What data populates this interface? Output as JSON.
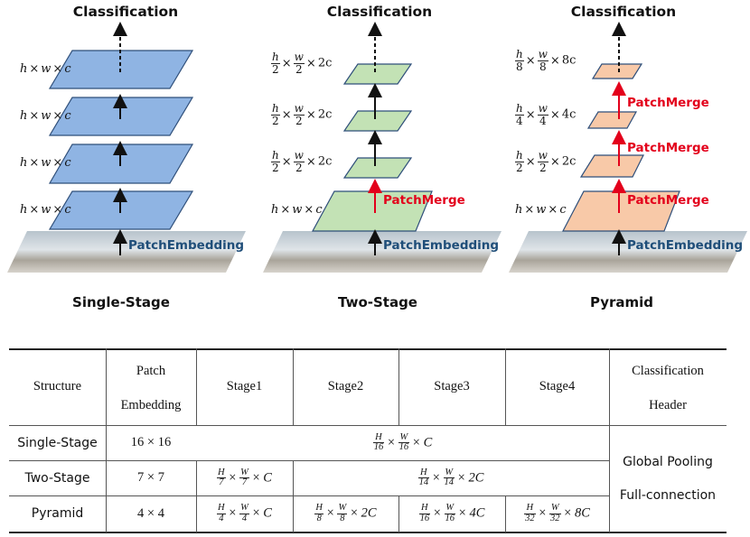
{
  "colors": {
    "blue": "#8fb4e3",
    "green": "#c3e2b5",
    "orange": "#f8c9a8",
    "merge_red": "#e3001b",
    "embed_blue": "#1f4e79"
  },
  "panels": [
    {
      "title": "Classification",
      "label": "Single-Stage",
      "dims": [
        [
          "h",
          "w",
          "c"
        ],
        [
          "h",
          "w",
          "c"
        ],
        [
          "h",
          "w",
          "c"
        ],
        [
          "h",
          "w",
          "c"
        ]
      ],
      "embed": "PatchEmbedding"
    },
    {
      "title": "Classification",
      "label": "Two-Stage",
      "frac_dims": [
        {
          "n1": "h",
          "d1": "2",
          "n2": "w",
          "d2": "2",
          "c": "2c"
        },
        {
          "n1": "h",
          "d1": "2",
          "n2": "w",
          "d2": "2",
          "c": "2c"
        },
        {
          "n1": "h",
          "d1": "2",
          "n2": "w",
          "d2": "2",
          "c": "2c"
        }
      ],
      "base_dim": [
        "h",
        "w",
        "c"
      ],
      "merge": "PatchMerge",
      "embed": "PatchEmbedding"
    },
    {
      "title": "Classification",
      "label": "Pyramid",
      "frac_dims": [
        {
          "n1": "h",
          "d1": "8",
          "n2": "w",
          "d2": "8",
          "c": "8c"
        },
        {
          "n1": "h",
          "d1": "4",
          "n2": "w",
          "d2": "4",
          "c": "4c"
        },
        {
          "n1": "h",
          "d1": "2",
          "n2": "w",
          "d2": "2",
          "c": "2c"
        }
      ],
      "base_dim": [
        "h",
        "w",
        "c"
      ],
      "merges": [
        "PatchMerge",
        "PatchMerge",
        "PatchMerge"
      ],
      "embed": "PatchEmbedding"
    }
  ],
  "table": {
    "headers": [
      "Structure",
      "Patch",
      "Embedding",
      "Stage1",
      "Stage2",
      "Stage3",
      "Stage4",
      "Classification",
      "Header"
    ],
    "rows": [
      {
        "structure": "Single-Stage",
        "patch": "16 × 16"
      },
      {
        "structure": "Two-Stage",
        "patch": "7 × 7"
      },
      {
        "structure": "Pyramid",
        "patch": "4 × 4"
      }
    ],
    "single_all": {
      "H": "H",
      "hd": "16",
      "W": "W",
      "wd": "16",
      "C": "C"
    },
    "two_s1": {
      "H": "H",
      "hd": "7",
      "W": "W",
      "wd": "7",
      "C": "C"
    },
    "two_rest": {
      "H": "H",
      "hd": "14",
      "W": "W",
      "wd": "14",
      "C": "2C"
    },
    "pyr": [
      {
        "H": "H",
        "hd": "4",
        "W": "W",
        "wd": "4",
        "C": "C"
      },
      {
        "H": "H",
        "hd": "8",
        "W": "W",
        "wd": "8",
        "C": "2C"
      },
      {
        "H": "H",
        "hd": "16",
        "W": "W",
        "wd": "16",
        "C": "4C"
      },
      {
        "H": "H",
        "hd": "32",
        "W": "W",
        "wd": "32",
        "C": "8C"
      }
    ],
    "head_line1": "Global Pooling",
    "head_line2": "Full-connection"
  }
}
